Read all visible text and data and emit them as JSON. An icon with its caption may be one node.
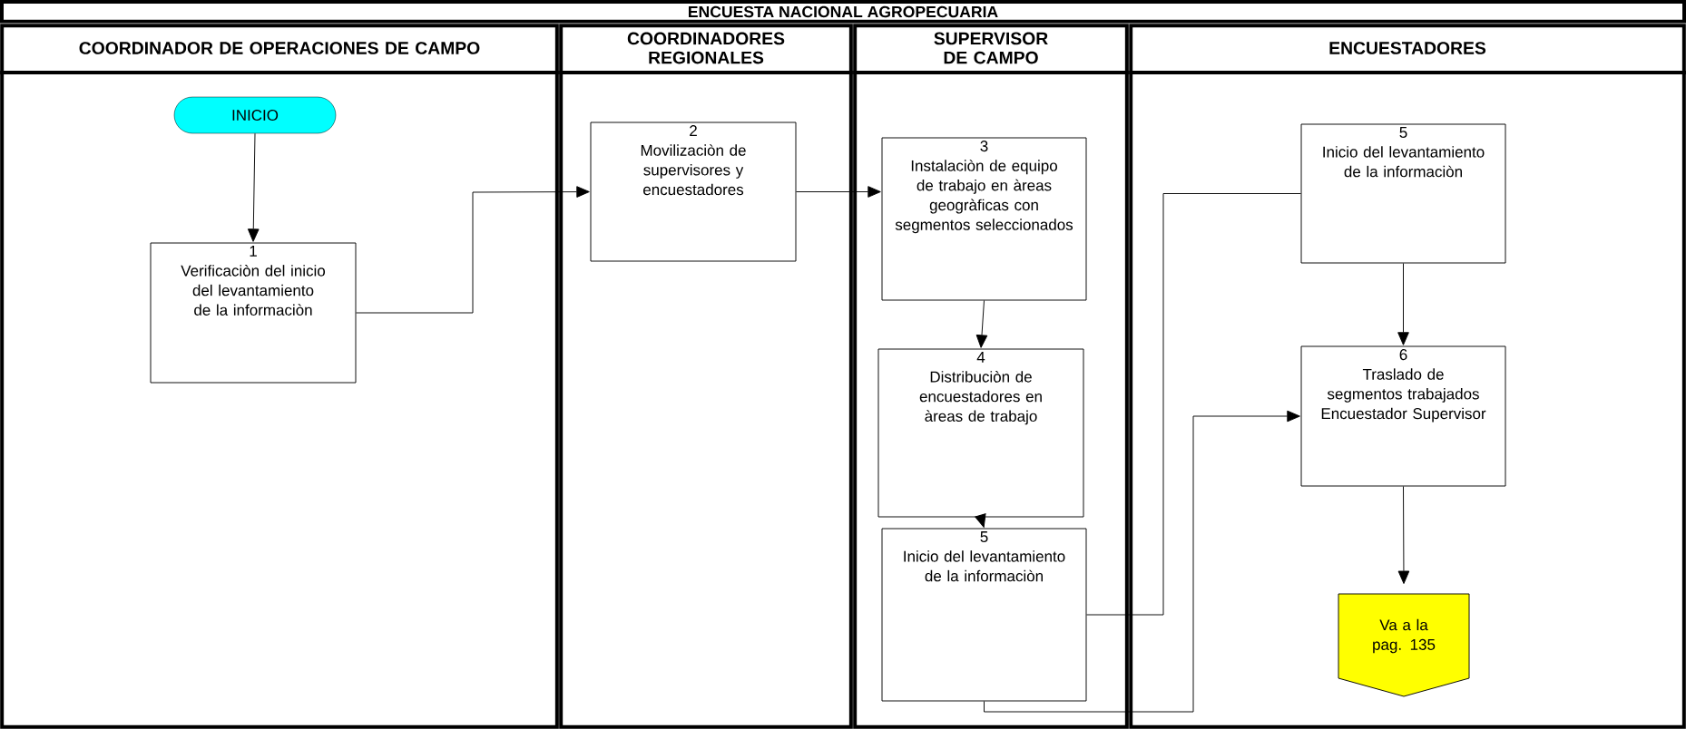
{
  "diagram": {
    "title": "ENCUESTA NACIONAL AGROPECUARIA",
    "nodes": [
      {
        "text": [
          "COORDINADOR DE OPERACIONES DE CAMPO"
        ]
      },
      {
        "text": [
          "COORDINADORES REGIONALES"
        ]
      },
      {
        "text": [
          "SUPERVISOR DE CAMPO"
        ]
      },
      {
        "text": [
          "ENCUESTADORES"
        ]
      },
      {
        "text": [
          "INICIO"
        ],
        "in": 0
      },
      {
        "text": [
          "1",
          "Verificaciòn del inicio del levantamiento de la informaciòn"
        ],
        "in": 0
      },
      {
        "text": [
          "2",
          "Movilizaciòn de supervisores y encuestadores"
        ],
        "in": 1
      },
      {
        "text": [
          "3",
          "Instalaciòn de equipo de trabajo en àreas geogràficas con segmentos seleccionados"
        ],
        "in": 2
      },
      {
        "text": [
          "4",
          "Distribuciòn de encuestadores en àreas de trabajo"
        ],
        "in": 2
      },
      {
        "text": [
          "5",
          "Inicio del levantamiento de la informaciòn"
        ],
        "in": 2
      },
      {
        "text": [
          "5",
          "Inicio del levantamiento de la informaciòn"
        ],
        "in": 3
      },
      {
        "text": [
          "6",
          "Traslado de segmentos trabajados Encuestador Supervisor"
        ],
        "in": 3
      },
      {
        "text": [
          "Va a la pag. 135"
        ],
        "in": 3
      }
    ],
    "edges": [
      {
        "from": 4,
        "to": 5,
        "arrow": "to"
      },
      {
        "from": 5,
        "to": 6,
        "arrow": "to"
      },
      {
        "from": 6,
        "to": 7,
        "arrow": "to"
      },
      {
        "from": 7,
        "to": 8,
        "arrow": "to"
      },
      {
        "from": 8,
        "to": 9,
        "arrow": "to"
      },
      {
        "from": 9,
        "to": 10,
        "arrow": "none"
      },
      {
        "from": 9,
        "to": 11,
        "arrow": "to"
      },
      {
        "from": 10,
        "to": 11,
        "arrow": "to"
      },
      {
        "from": 11,
        "to": 12,
        "arrow": "to"
      }
    ]
  }
}
